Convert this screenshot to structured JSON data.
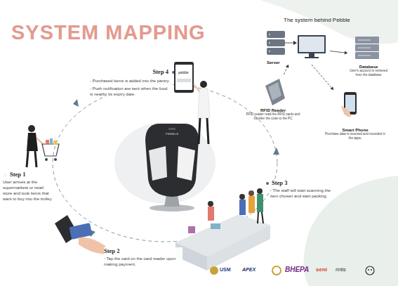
{
  "diagram": {
    "title": "SYSTEM MAPPING",
    "nodes": [
      {
        "text": [
          "Step 1",
          "User arrives at the supermarkets or retail store and took items that want to buy into the trolley"
        ]
      },
      {
        "text": [
          "Step 2",
          "- Tap the card on the card reader upon making payment."
        ]
      },
      {
        "text": [
          "Step 3",
          "- The staff will start scanning the item chosen and start packing."
        ]
      },
      {
        "text": [
          "Step 4",
          "- Purchased items is added into the pantry.",
          "- Push notification are sent when the food is nearby its expiry date."
        ]
      },
      {
        "text": [
          "Server"
        ]
      },
      {
        "text": [
          "Database",
          "User's account is retrieved from the database"
        ]
      },
      {
        "text": [
          "RFID Reader",
          "RFID reader read the RFID cards and transfer the code to the PC"
        ]
      },
      {
        "text": [
          "Smart Phone",
          "Purchase data is received and recorded in the apps."
        ]
      }
    ],
    "edges": [
      {
        "from": 6,
        "to": 4,
        "arrow": "to"
      },
      {
        "from": 4,
        "to": 5,
        "arrow": "to"
      },
      {
        "from": 4,
        "to": 7,
        "arrow": "to"
      }
    ],
    "labels": [
      "The system behind Pebble",
      "pebble",
      "PEBBLE",
      "USM",
      "APEX",
      "BHEPA",
      "seni",
      "rintis"
    ]
  }
}
